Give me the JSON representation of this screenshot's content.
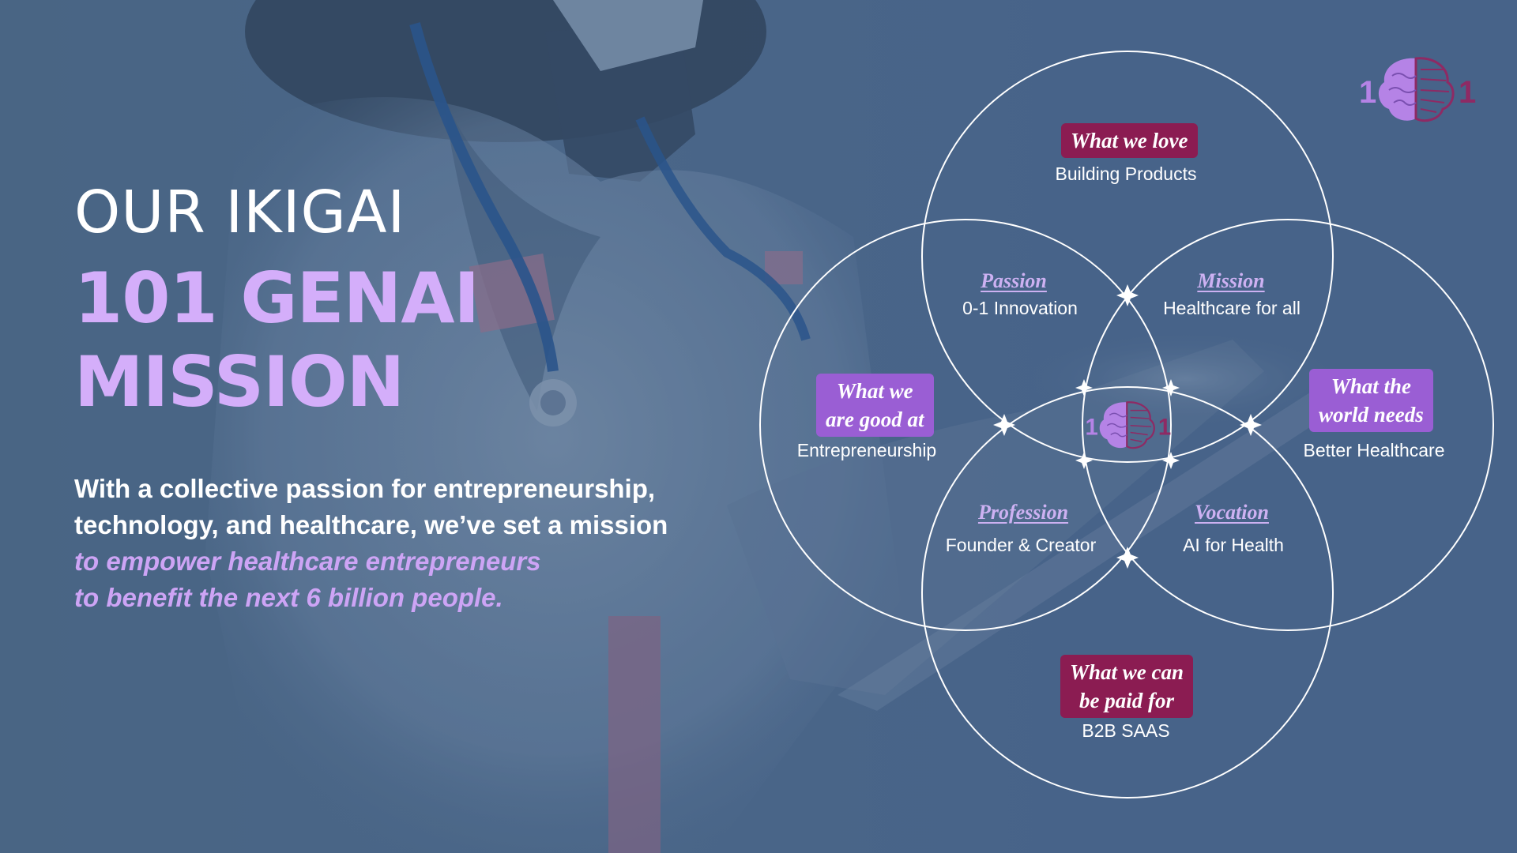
{
  "heading": {
    "line1": "OUR IKIGAI",
    "line2": "101 GENAI",
    "line3": "MISSION"
  },
  "body": {
    "line1": "With a collective passion for entrepreneurship,",
    "line2": "technology, and healthcare, we’ve set a mission",
    "line3": "to empower healthcare entrepreneurs",
    "line4": "to benefit the next 6 billion people."
  },
  "logo": {
    "left_digit": "1",
    "right_digit": "1"
  },
  "ikigai": {
    "love": {
      "tag_line1": "What we love",
      "value": "Building Products"
    },
    "good_at": {
      "tag_line1": "What we",
      "tag_line2": "are good at",
      "value": "Entrepreneurship"
    },
    "world_needs": {
      "tag_line1": "What the",
      "tag_line2": "world needs",
      "value": "Better Healthcare"
    },
    "paid_for": {
      "tag_line1": "What we can",
      "tag_line2": "be paid for",
      "value": "B2B SAAS"
    },
    "passion": {
      "title": "Passion",
      "value": "0-1 Innovation"
    },
    "mission": {
      "title": "Mission",
      "value": "Healthcare for all"
    },
    "profession": {
      "title": "Profession",
      "value": "Founder & Creator"
    },
    "vocation": {
      "title": "Vocation",
      "value": "AI for Health"
    }
  },
  "colors": {
    "background": "#4a6688",
    "heading_accent": "#d4aefa",
    "tag_maroon": "#8b1c52",
    "tag_purple": "#9a5ed4",
    "circle_stroke": "#ffffff",
    "logo_brain_left": "#b583e6",
    "logo_brain_right": "#8e2a64"
  }
}
